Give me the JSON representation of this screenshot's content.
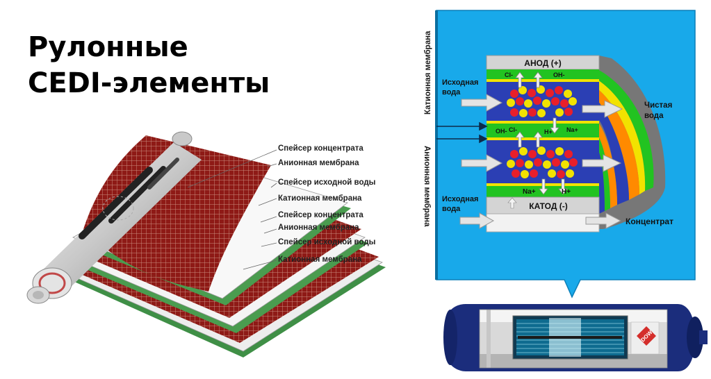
{
  "title": "Рулонные CEDI-элементы",
  "roll_labels": [
    "Спейсер концентрата",
    "Анионная мембрана",
    "Спейсер исходной воды",
    "Катионная мембрана",
    "Спейсер концентрата",
    "Анионная мембрана",
    "Спейсер исходной воды",
    "Катионная мембрана"
  ],
  "cell": {
    "cation_membrane_label": "Катионная мембрана",
    "anion_membrane_label": "Анионная мембрана",
    "anode": "АНОД (+)",
    "cathode": "КАТОД (-)",
    "feed_water_top": [
      "Исходная",
      "вода"
    ],
    "feed_water_bottom": [
      "Исходная",
      "вода"
    ],
    "clean_water": [
      "Чистая",
      "вода"
    ],
    "concentrate": "Концентрат",
    "ions": {
      "cl": "Cl-",
      "oh_top": "OH-",
      "oh_mid": "OH-",
      "cl_mid": "Cl-",
      "h_mid": "H+",
      "na_mid": "Na+",
      "na_bottom": "Na+",
      "h_bottom": "H+"
    }
  },
  "module": {
    "brand": "DOW"
  },
  "colors": {
    "background_blue": "#18a9ea",
    "membrane_green": "#22c321",
    "membrane_yellow": "#f2e200",
    "chamber_blue": "#2b3fb4",
    "mesh_red": "#8e1a16",
    "module_navy": "#1b2d7c"
  }
}
